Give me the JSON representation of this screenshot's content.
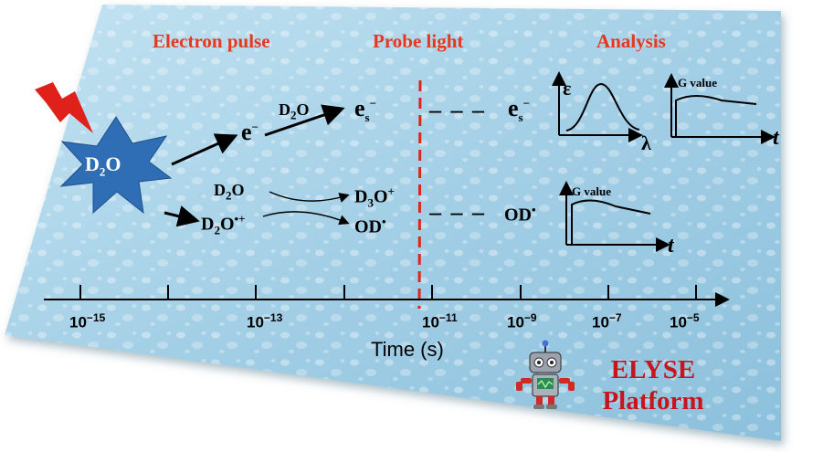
{
  "stages": {
    "electron_pulse": "Electron pulse",
    "probe_light": "Probe light",
    "analysis": "Analysis"
  },
  "source": {
    "label": "D",
    "sub": "2",
    "tail": "O"
  },
  "reactions": {
    "arrow_label": {
      "label": "D",
      "sub": "2",
      "tail": "O"
    },
    "electron": {
      "label": "e",
      "sup": "−"
    },
    "solvated_electron": {
      "label": "e",
      "sub": "s",
      "sup": "−"
    },
    "d2o_top": {
      "label": "D",
      "sub": "2",
      "tail": "O"
    },
    "cation": {
      "label": "D",
      "sub": "2",
      "tail": "O",
      "sup": "•+"
    },
    "d3o": {
      "label": "D",
      "sub": "3",
      "tail": "O",
      "sup": "+"
    },
    "od": {
      "label": "OD",
      "sup": "•"
    },
    "dashes": "– – –",
    "probed_electron": {
      "label": "e",
      "sub": "s",
      "sup": "−"
    },
    "probed_od": {
      "label": "OD",
      "sup": "•"
    }
  },
  "analysis_plots": {
    "spectrum": {
      "y_axis": "ε",
      "x_axis": "λ"
    },
    "kinetics_top": {
      "title": "G value",
      "x_axis": "t"
    },
    "kinetics_bottom": {
      "title": "G value",
      "x_axis": "t"
    }
  },
  "time_axis": {
    "label": "Time (s)",
    "ticks": [
      {
        "base": "10",
        "exp": "−15"
      },
      {
        "base": "10",
        "exp": "−13"
      },
      {
        "base": "10",
        "exp": "−11"
      },
      {
        "base": "10",
        "exp": "−9"
      },
      {
        "base": "10",
        "exp": "−7"
      },
      {
        "base": "10",
        "exp": "−5"
      }
    ]
  },
  "platform": {
    "line1": "ELYSE",
    "line2": "Platform"
  },
  "colors": {
    "panel": "#a9d3e8",
    "accent_red": "#e8371f",
    "burst_blue": "#2f6db4",
    "dash_red": "#e0241c"
  }
}
